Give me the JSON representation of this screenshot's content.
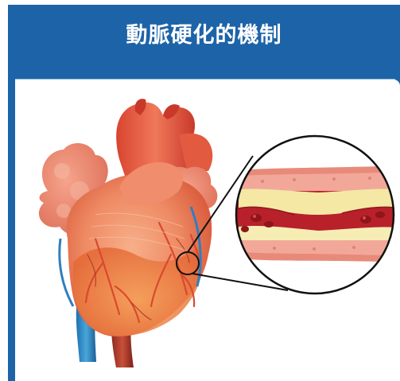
{
  "title": "動脈硬化的機制",
  "colors": {
    "frame": "#1d63a8",
    "title_text": "#ffffff",
    "panel": "#ffffff"
  },
  "illustration": {
    "subject": "heart-with-artery-cross-section",
    "magnifier": "artery-plaque-zoom"
  }
}
